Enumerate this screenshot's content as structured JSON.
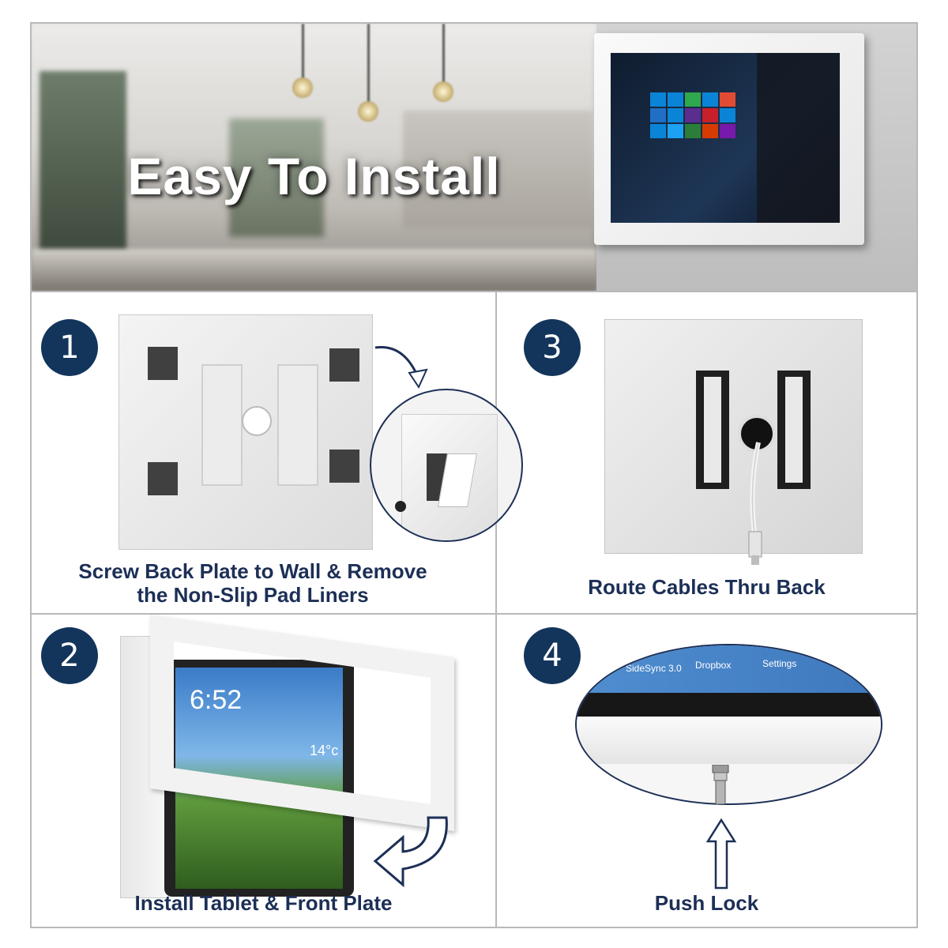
{
  "banner": {
    "title": "Easy To Install"
  },
  "steps": [
    {
      "number": "1",
      "caption_line1": "Screw Back Plate to Wall & Remove",
      "caption_line2": "the Non-Slip Pad Liners"
    },
    {
      "number": "3",
      "caption": "Route Cables Thru Back"
    },
    {
      "number": "2",
      "caption": "Install Tablet & Front Plate"
    },
    {
      "number": "4",
      "caption": "Push Lock"
    }
  ],
  "step4_screen": {
    "app1": "SideSync 3.0",
    "app2": "Dropbox",
    "app3": "Settings"
  },
  "step2_screen": {
    "time": "6:52",
    "temp": "14°c"
  },
  "colors": {
    "badge": "#13355c",
    "caption": "#1c2f56",
    "divider": "#b9b9b9"
  }
}
